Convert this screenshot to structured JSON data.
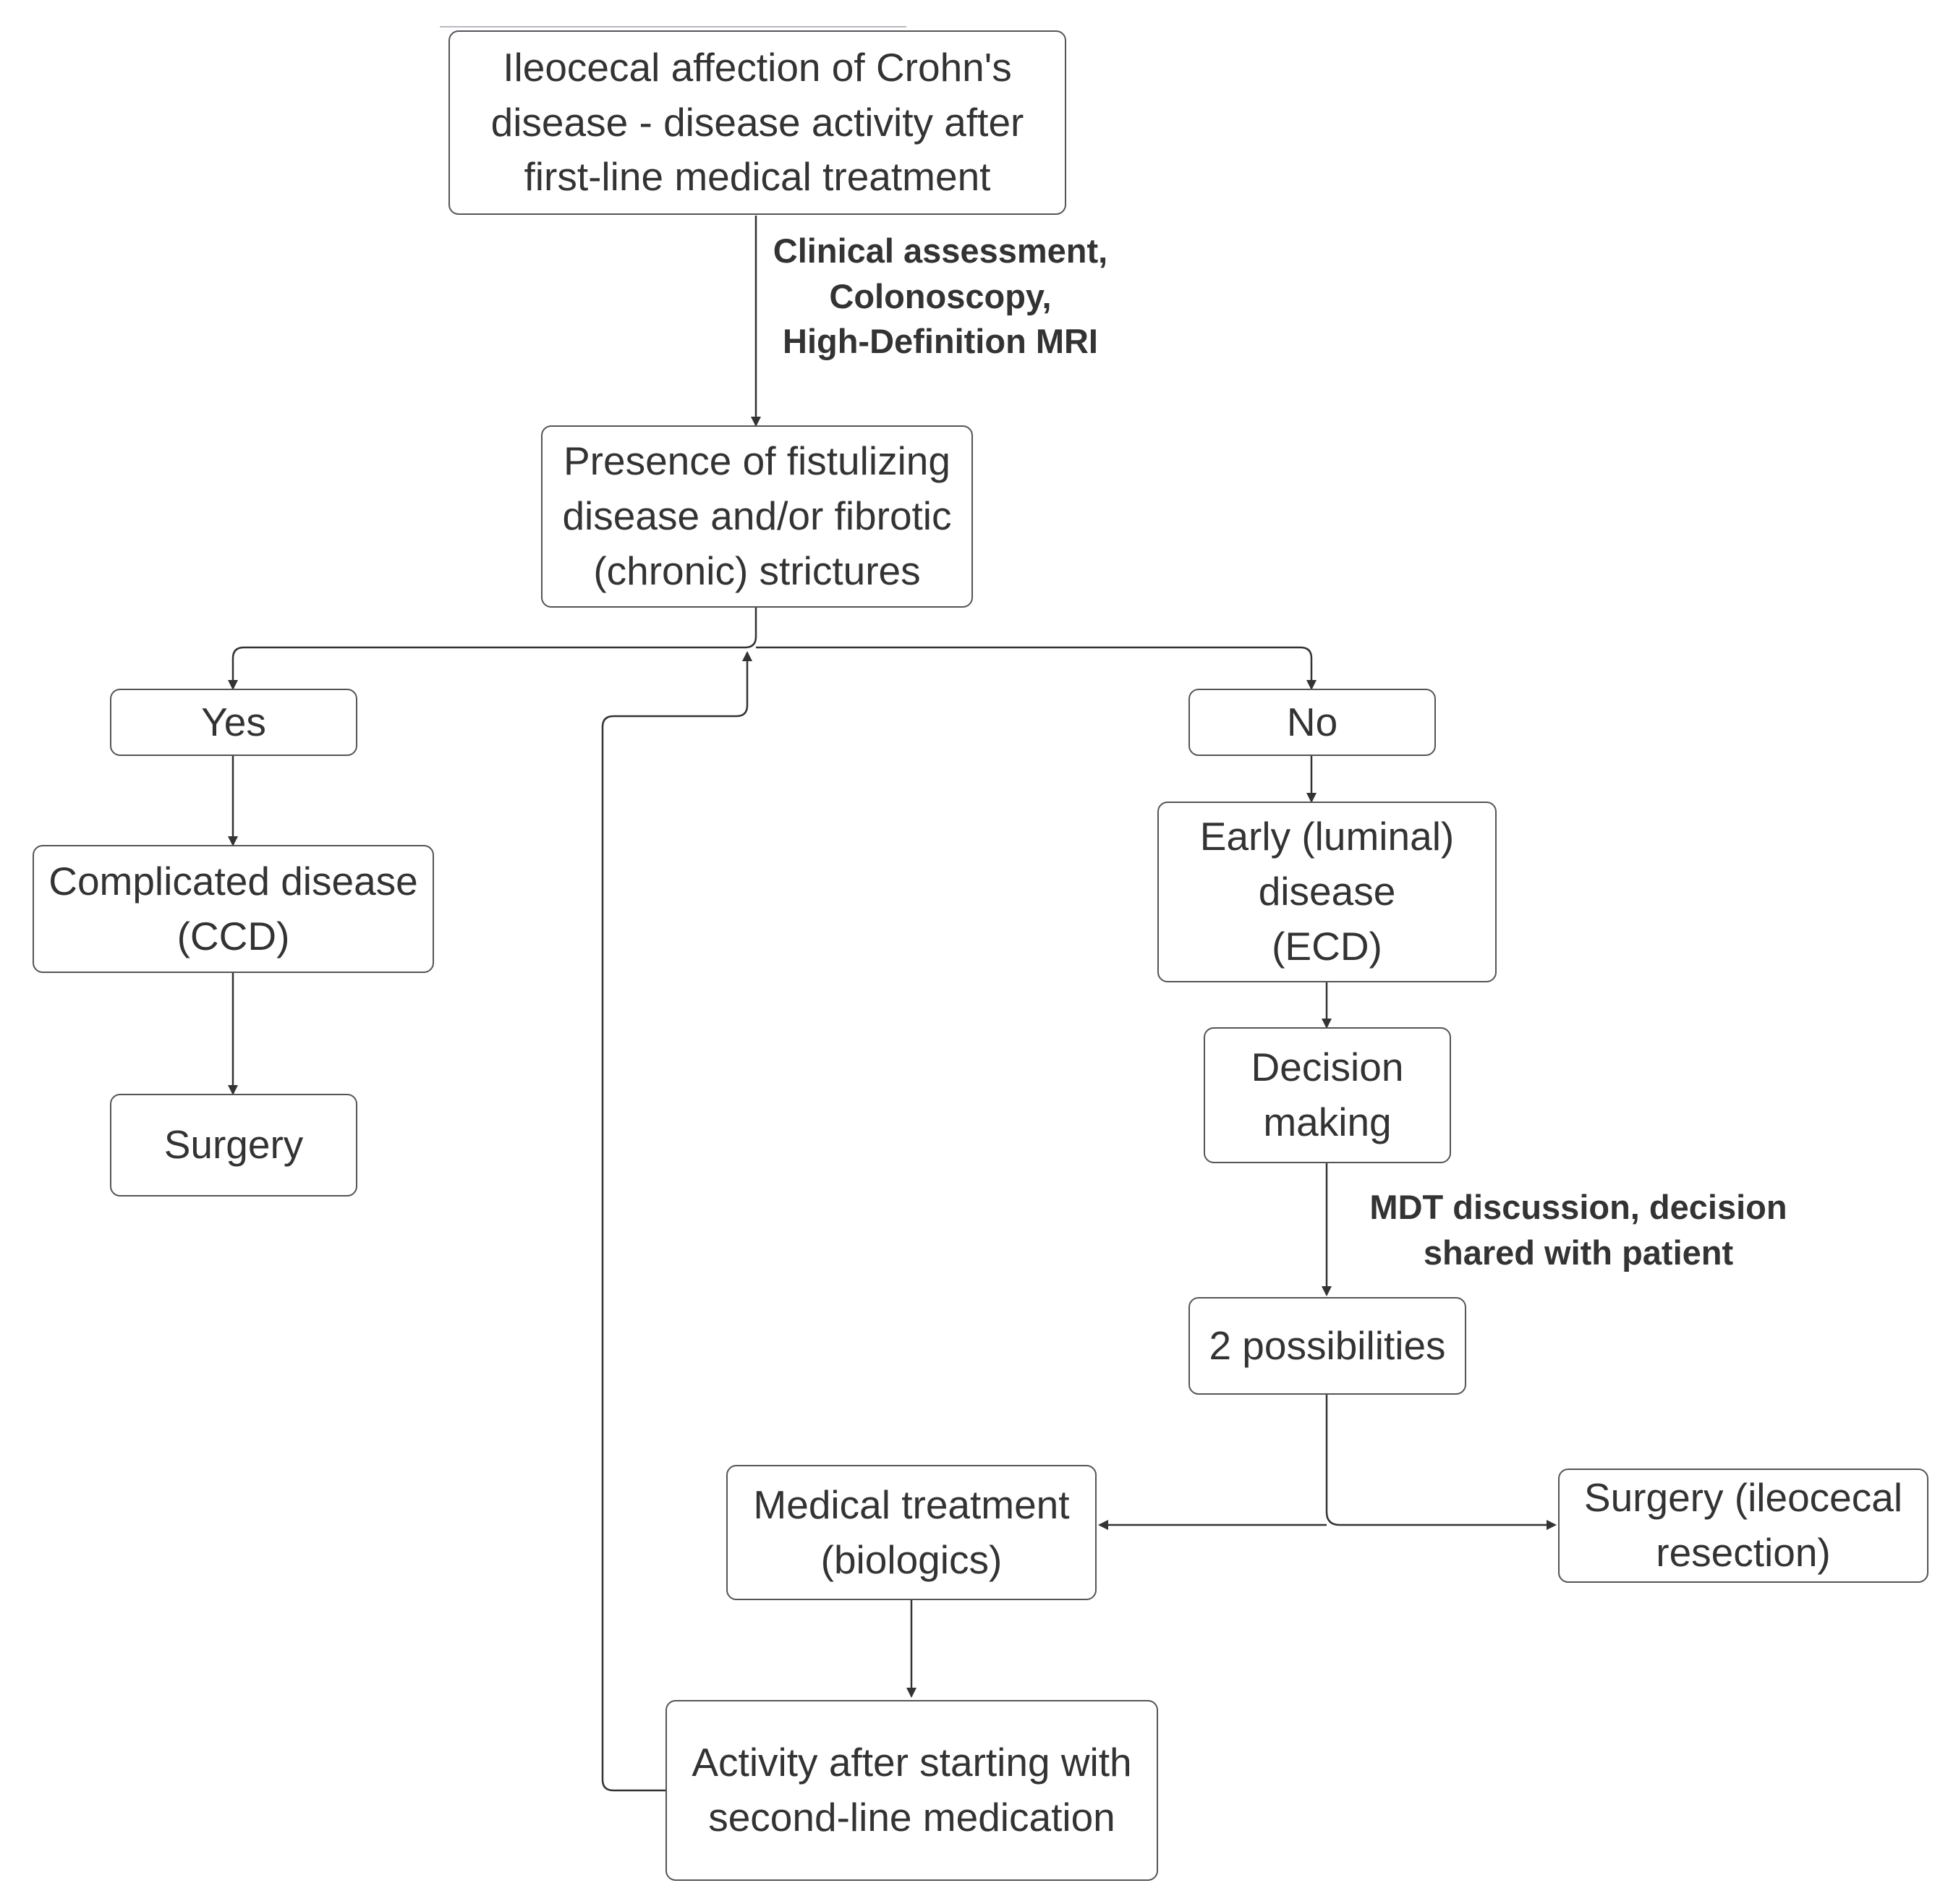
{
  "diagram": {
    "nodes": {
      "start": "Ileocecal affection of Crohn's\ndisease - disease activity after\nfirst-line medical treatment",
      "presence": "Presence of fistulizing\ndisease and/or fibrotic\n(chronic) strictures",
      "yes": "Yes",
      "no": "No",
      "complicated": "Complicated disease\n(CCD)",
      "surgery": "Surgery",
      "early": "Early (luminal)\ndisease\n(ECD)",
      "decision": "Decision\nmaking",
      "possibilities": "2 possibilities",
      "medical": "Medical treatment\n(biologics)",
      "surgery_ileocecal": "Surgery (ileocecal\nresection)",
      "activity": "Activity after starting with\nsecond-line medication"
    },
    "edge_labels": {
      "assessment": "Clinical assessment,\nColonoscopy,\nHigh-Definition MRI",
      "mdt": "MDT discussion, decision\nshared with patient"
    }
  }
}
